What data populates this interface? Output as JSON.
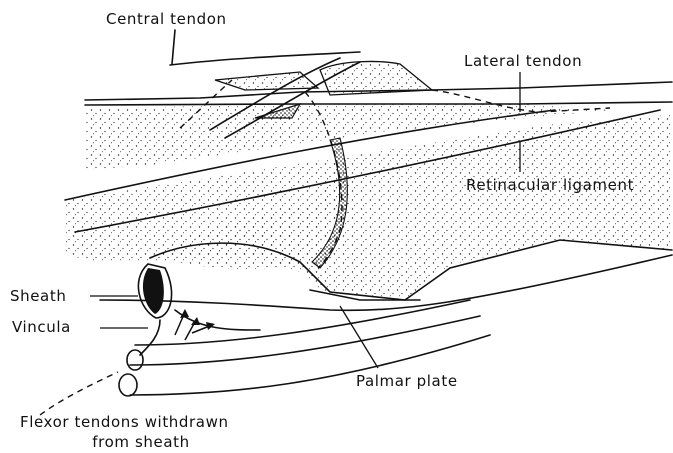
{
  "labels": {
    "central_tendon": "Central tendon",
    "lateral_tendon": "Lateral tendon",
    "retinacular_ligament": "Retinacular ligament",
    "sheath": "Sheath",
    "vincula": "Vincula",
    "palmar_plate": "Palmar plate",
    "flexor_line1": "Flexor tendons withdrawn",
    "flexor_line2": "from sheath"
  },
  "colors": {
    "ink": "#111111",
    "background": "#ffffff"
  }
}
